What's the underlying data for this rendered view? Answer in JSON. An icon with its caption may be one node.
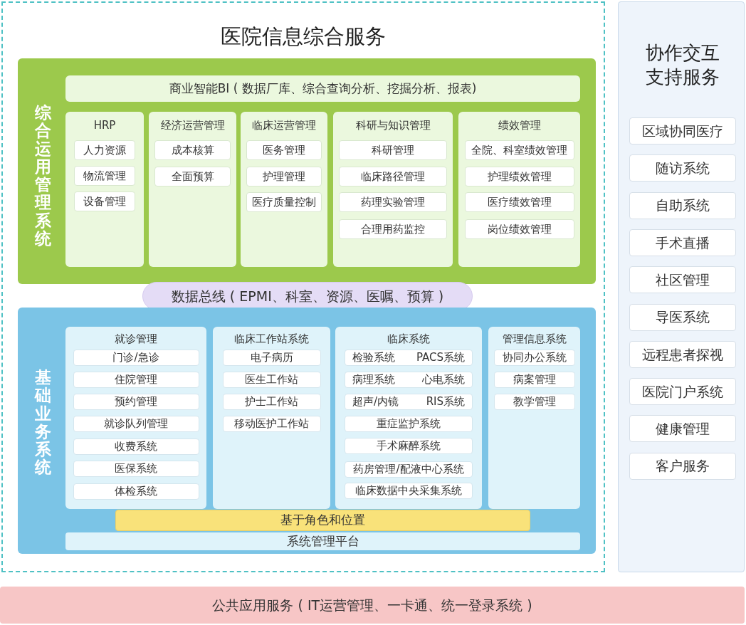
{
  "diagram": {
    "nodes": [
      {
        "text": [
          "医院信息综合服务"
        ]
      },
      {
        "text": [
          "综合运用管理系统"
        ],
        "in": 0
      },
      {
        "text": [
          "商业智能BI ( 数据厂库、综合查询分析、挖掘分析、报表)"
        ],
        "in": 1
      },
      {
        "text": [
          "HRP"
        ],
        "in": 1
      },
      {
        "text": [
          "人力资源"
        ],
        "in": 3
      },
      {
        "text": [
          "物流管理"
        ],
        "in": 3
      },
      {
        "text": [
          "设备管理"
        ],
        "in": 3
      },
      {
        "text": [
          "经济运营管理"
        ],
        "in": 1
      },
      {
        "text": [
          "成本核算"
        ],
        "in": 7
      },
      {
        "text": [
          "全面预算"
        ],
        "in": 7
      },
      {
        "text": [
          "临床运营管理"
        ],
        "in": 1
      },
      {
        "text": [
          "医务管理"
        ],
        "in": 10
      },
      {
        "text": [
          "护理管理"
        ],
        "in": 10
      },
      {
        "text": [
          "医疗质量控制"
        ],
        "in": 10
      },
      {
        "text": [
          "科研与知识管理"
        ],
        "in": 1
      },
      {
        "text": [
          "科研管理"
        ],
        "in": 14
      },
      {
        "text": [
          "临床路径管理"
        ],
        "in": 14
      },
      {
        "text": [
          "药理实验管理"
        ],
        "in": 14
      },
      {
        "text": [
          "合理用药监控"
        ],
        "in": 14
      },
      {
        "text": [
          "绩效管理"
        ],
        "in": 1
      },
      {
        "text": [
          "全院、科室绩效管理"
        ],
        "in": 19
      },
      {
        "text": [
          "护理绩效管理"
        ],
        "in": 19
      },
      {
        "text": [
          "医疗绩效管理"
        ],
        "in": 19
      },
      {
        "text": [
          "岗位绩效管理"
        ],
        "in": 19
      },
      {
        "text": [
          "数据总线 ( EPMI、科室、资源、医嘱、预算 )"
        ],
        "in": 0
      },
      {
        "text": [
          "基础业务系统"
        ],
        "in": 0
      },
      {
        "text": [
          "就诊管理"
        ],
        "in": 25
      },
      {
        "text": [
          "门诊/急诊"
        ],
        "in": 26
      },
      {
        "text": [
          "住院管理"
        ],
        "in": 26
      },
      {
        "text": [
          "预约管理"
        ],
        "in": 26
      },
      {
        "text": [
          "就诊队列管理"
        ],
        "in": 26
      },
      {
        "text": [
          "收费系统"
        ],
        "in": 26
      },
      {
        "text": [
          "医保系统"
        ],
        "in": 26
      },
      {
        "text": [
          "体检系统"
        ],
        "in": 26
      },
      {
        "text": [
          "临床工作站系统"
        ],
        "in": 25
      },
      {
        "text": [
          "电子病历"
        ],
        "in": 34
      },
      {
        "text": [
          "医生工作站"
        ],
        "in": 34
      },
      {
        "text": [
          "护士工作站"
        ],
        "in": 34
      },
      {
        "text": [
          "移动医护工作站"
        ],
        "in": 34
      },
      {
        "text": [
          "临床系统"
        ],
        "in": 25
      },
      {
        "text": [
          "检验系统",
          "PACS系统"
        ],
        "in": 39
      },
      {
        "text": [
          "病理系统",
          "心电系统"
        ],
        "in": 39
      },
      {
        "text": [
          "超声/内镜",
          "RIS系统"
        ],
        "in": 39
      },
      {
        "text": [
          "重症监护系统"
        ],
        "in": 39
      },
      {
        "text": [
          "手术麻醉系统"
        ],
        "in": 39
      },
      {
        "text": [
          "药房管理/配液中心系统"
        ],
        "in": 39
      },
      {
        "text": [
          "临床数据中央采集系统"
        ],
        "in": 39
      },
      {
        "text": [
          "管理信息系统"
        ],
        "in": 25
      },
      {
        "text": [
          "协同办公系统"
        ],
        "in": 47
      },
      {
        "text": [
          "病案管理"
        ],
        "in": 47
      },
      {
        "text": [
          "教学管理"
        ],
        "in": 47
      },
      {
        "text": [
          "基于角色和位置"
        ],
        "in": 25
      },
      {
        "text": [
          "系统管理平台"
        ],
        "in": 25
      },
      {
        "text": [
          "协作交互支持服务"
        ]
      },
      {
        "text": [
          "区域协同医疗"
        ],
        "in": 53
      },
      {
        "text": [
          "随访系统"
        ],
        "in": 53
      },
      {
        "text": [
          "自助系统"
        ],
        "in": 53
      },
      {
        "text": [
          "手术直播"
        ],
        "in": 53
      },
      {
        "text": [
          "社区管理"
        ],
        "in": 53
      },
      {
        "text": [
          "导医系统"
        ],
        "in": 53
      },
      {
        "text": [
          "远程患者探视"
        ],
        "in": 53
      },
      {
        "text": [
          "医院门户系统"
        ],
        "in": 53
      },
      {
        "text": [
          "健康管理"
        ],
        "in": 53
      },
      {
        "text": [
          "客户服务"
        ],
        "in": 53
      },
      {
        "text": [
          "公共应用服务 ( IT运营管理、一卡通、统一登录系统 )"
        ]
      }
    ]
  }
}
